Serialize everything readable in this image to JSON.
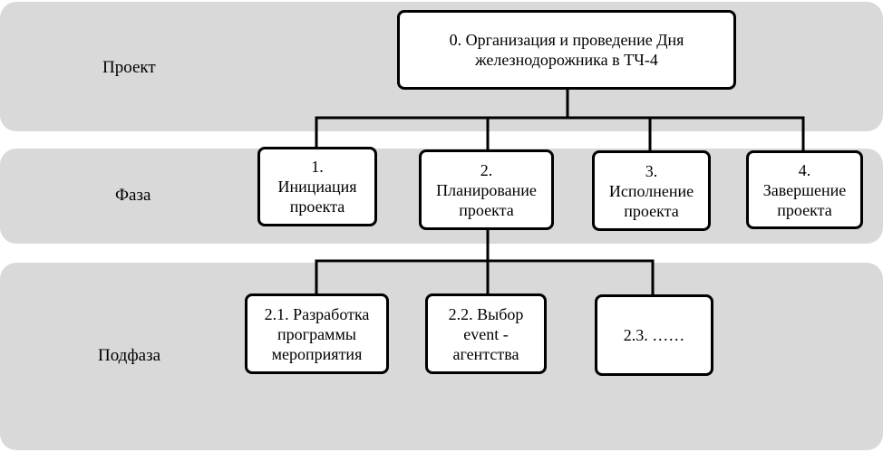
{
  "levels": {
    "project": "Проект",
    "phase": "Фаза",
    "subphase": "Подфаза"
  },
  "nodes": {
    "root": "0.  Организация и проведение Дня\nжелезнодорожника в ТЧ-4",
    "phase1": "1.\nИнициация\nпроекта",
    "phase2": "2.\nПланирование\nпроекта",
    "phase3": "3.\nИсполнение\nпроекта",
    "phase4": "4.\nЗавершение\nпроекта",
    "sub21": "2.1. Разработка\nпрограммы\nмероприятия",
    "sub22": "2.2. Выбор\nevent -\nагентства",
    "sub23": "2.3. ……"
  },
  "colors": {
    "band": "#d9d9d9",
    "box_fill": "#ffffff",
    "line": "#000000"
  }
}
